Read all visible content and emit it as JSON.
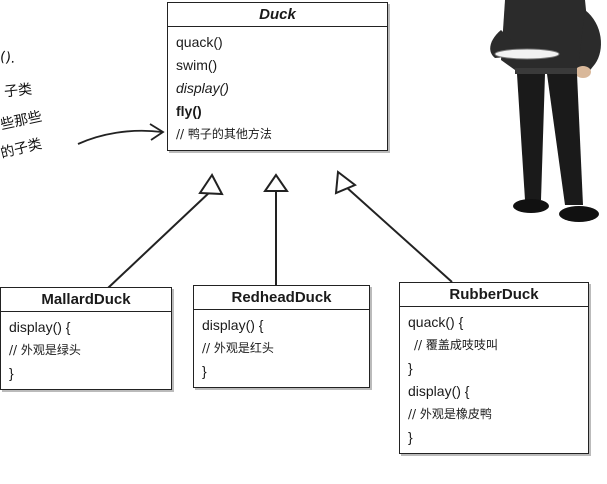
{
  "duck": {
    "title": "Duck",
    "methods": [
      "quack()",
      "swim()",
      "display()",
      "fly()",
      "// 鸭子的其他方法"
    ]
  },
  "mallard": {
    "title": "MallardDuck",
    "lines": [
      "display() {",
      "// 外观是绿头",
      "}"
    ]
  },
  "redhead": {
    "title": "RedheadDuck",
    "lines": [
      "display() {",
      "// 外观是红头",
      "}"
    ]
  },
  "rubber": {
    "title": "RubberDuck",
    "lines": [
      "quack() {",
      "// 覆盖成吱吱叫",
      "}",
      "display() {",
      "// 外观是橡皮鸭",
      "}"
    ]
  },
  "annotation": {
    "lines": [
      "().",
      "子类",
      "些那些",
      "的子类"
    ]
  },
  "colors": {
    "line": "#222222",
    "shadow": "#bbbbbb",
    "person_shirt": "#2b2b2b",
    "person_pants": "#1a1a1a",
    "person_skin": "#d9b89a",
    "plate": "#f2f2f2"
  }
}
